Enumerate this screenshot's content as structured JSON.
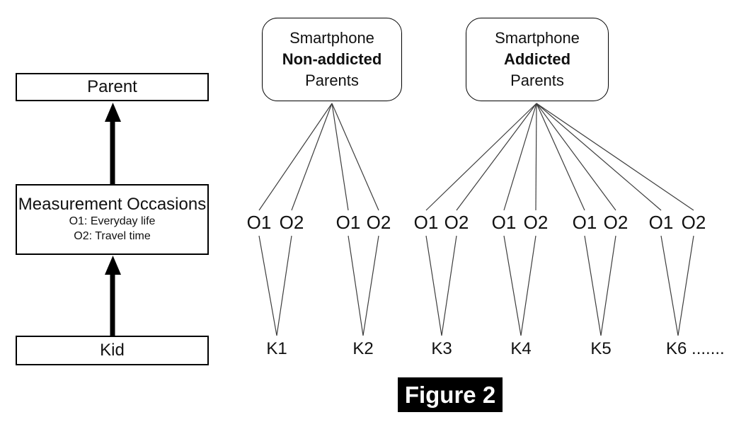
{
  "colors": {
    "line": "#3d3d3d",
    "border": "#000000",
    "caption_bg": "#000000",
    "caption_text": "#ffffff"
  },
  "left_panel": {
    "parent_label": "Parent",
    "measurement": {
      "title": "Measurement Occasions",
      "sub1": "O1: Everyday life",
      "sub2": "O2: Travel time"
    },
    "kid_label": "Kid"
  },
  "groups": [
    {
      "line1": "Smartphone",
      "line2": "Non-addicted",
      "line3": "Parents"
    },
    {
      "line1": "Smartphone",
      "line2": "Addicted",
      "line3": "Parents"
    }
  ],
  "occasion_pairs": [
    {
      "o1": "O1",
      "o2": "O2"
    },
    {
      "o1": "O1",
      "o2": "O2"
    },
    {
      "o1": "O1",
      "o2": "O2"
    },
    {
      "o1": "O1",
      "o2": "O2"
    },
    {
      "o1": "O1",
      "o2": "O2"
    },
    {
      "o1": "O1",
      "o2": "O2"
    }
  ],
  "kids": [
    "K1",
    "K2",
    "K3",
    "K4",
    "K5",
    "K6 ......."
  ],
  "caption": "Figure 2"
}
